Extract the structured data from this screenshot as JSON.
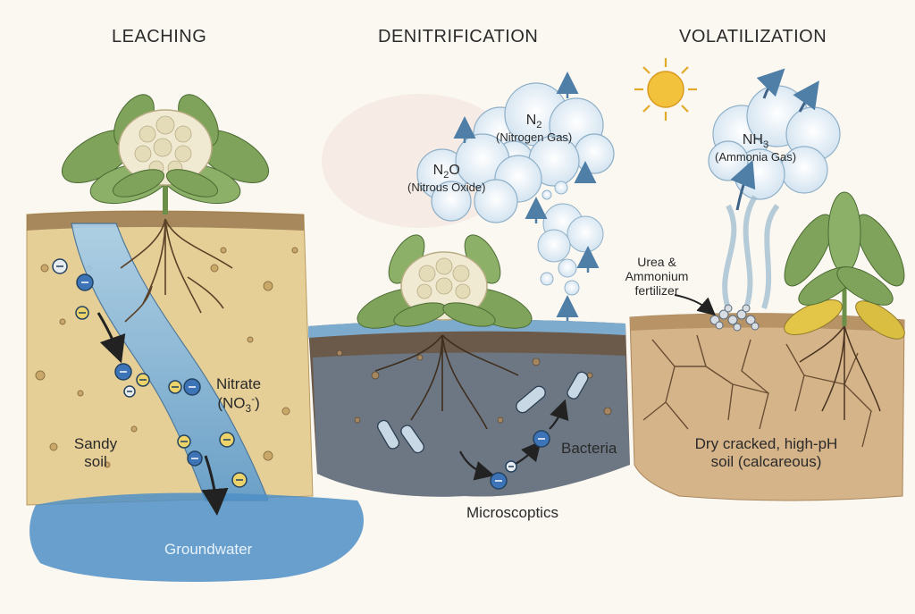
{
  "panels": [
    {
      "title": "LEACHING",
      "labels": {
        "nitrate": "Nitrate",
        "nitrate_formula": "NO",
        "nitrate_sub": "3",
        "nitrate_sup": "-",
        "sandy_soil": "Sandy soil",
        "groundwater": "Groundwater"
      }
    },
    {
      "title": "DENITRIFICATION",
      "labels": {
        "n2_formula": "N",
        "n2_sub": "2",
        "n2_name": "(Nitrogen Gas)",
        "n2o_formula_a": "N",
        "n2o_sub": "2",
        "n2o_formula_b": "O",
        "n2o_name": "(Nitrous Oxide)",
        "bacteria": "Bacteria",
        "microscoptics": "Microscoptics"
      }
    },
    {
      "title": "VOLATILIZATION",
      "labels": {
        "nh3_formula": "NH",
        "nh3_sub": "3",
        "nh3_name": "(Ammonia Gas)",
        "fertilizer": "Urea & Ammonium fertilizer",
        "soil": "Dry cracked, high-pH soil (calcareous)"
      }
    }
  ],
  "colors": {
    "sand": "#e6cf97",
    "water": "#6ea8d3",
    "groundwater": "#4f8fc6",
    "dark_soil": "#6b5a4a",
    "dry_soil": "#d6b48a",
    "leaf": "#7fa35a",
    "cauliflower": "#f1ead3",
    "ion_blue": "#3d74b8",
    "ion_yellow": "#ecd46a",
    "sun": "#f2c23c"
  },
  "icons": [
    "sun-icon",
    "nitrate-ion-icon",
    "bacteria-icon",
    "arrow-icon",
    "fertilizer-pellets-icon"
  ]
}
